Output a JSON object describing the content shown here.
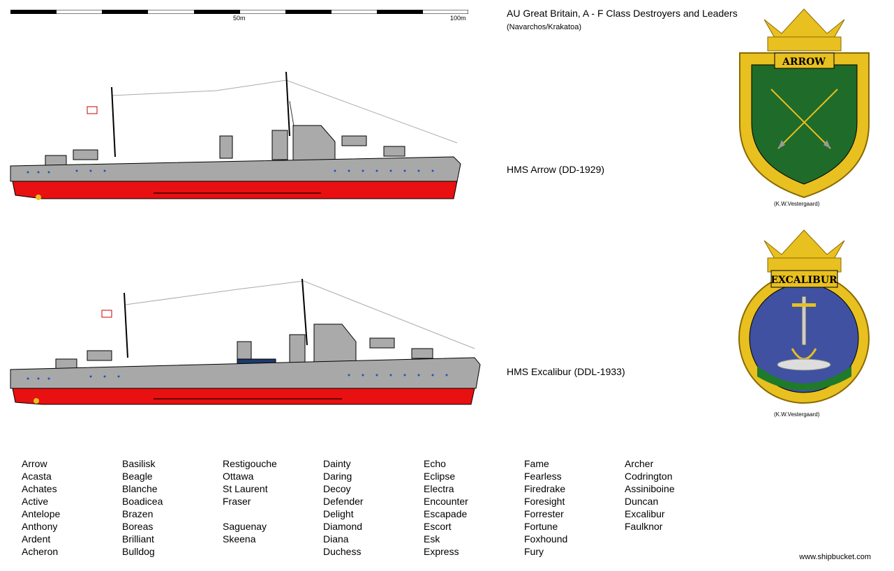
{
  "header": {
    "title": "AU Great Britain, A - F Class Destroyers and Leaders",
    "subtitle": "(Navarchos/Krakatoa)"
  },
  "scale": {
    "mid_label": "50m",
    "end_label": "100m"
  },
  "ships": [
    {
      "label": "HMS Arrow (DD-1929)"
    },
    {
      "label": "HMS Excalibur (DDL-1933)"
    }
  ],
  "crests": [
    {
      "banner": "ARROW",
      "credit": "(K.W.Vestergaard)",
      "field_color": "#1f6b2a"
    },
    {
      "banner": "EXCALIBUR",
      "credit": "(K.W.Vestergaard)",
      "field_color": "#3f51a0"
    }
  ],
  "name_columns": [
    [
      "Arrow",
      "Acasta",
      "Achates",
      "Active",
      "Antelope",
      "Anthony",
      "Ardent",
      "Acheron"
    ],
    [
      "Basilisk",
      "Beagle",
      "Blanche",
      "Boadicea",
      "Brazen",
      "Boreas",
      "Brilliant",
      "Bulldog"
    ],
    [
      "Restigouche",
      "Ottawa",
      "St Laurent",
      "Fraser",
      "",
      "Saguenay",
      "Skeena",
      ""
    ],
    [
      "Dainty",
      "Daring",
      "Decoy",
      "Defender",
      "Delight",
      "Diamond",
      "Diana",
      "Duchess"
    ],
    [
      "Echo",
      "Eclipse",
      "Electra",
      "Encounter",
      "Escapade",
      "Escort",
      "Esk",
      "Express"
    ],
    [
      "Fame",
      "Fearless",
      "Firedrake",
      "Foresight",
      "Forrester",
      "Fortune",
      "Foxhound",
      "Fury"
    ],
    [
      "Archer",
      "Codrington",
      "Assiniboine",
      "Duncan",
      "Excalibur",
      "Faulknor",
      "",
      ""
    ]
  ],
  "footer": {
    "site": "www.shipbucket.com"
  },
  "colors": {
    "hull_grey": "#a8a8a8",
    "hull_red": "#e81010",
    "gold": "#e8c020"
  }
}
